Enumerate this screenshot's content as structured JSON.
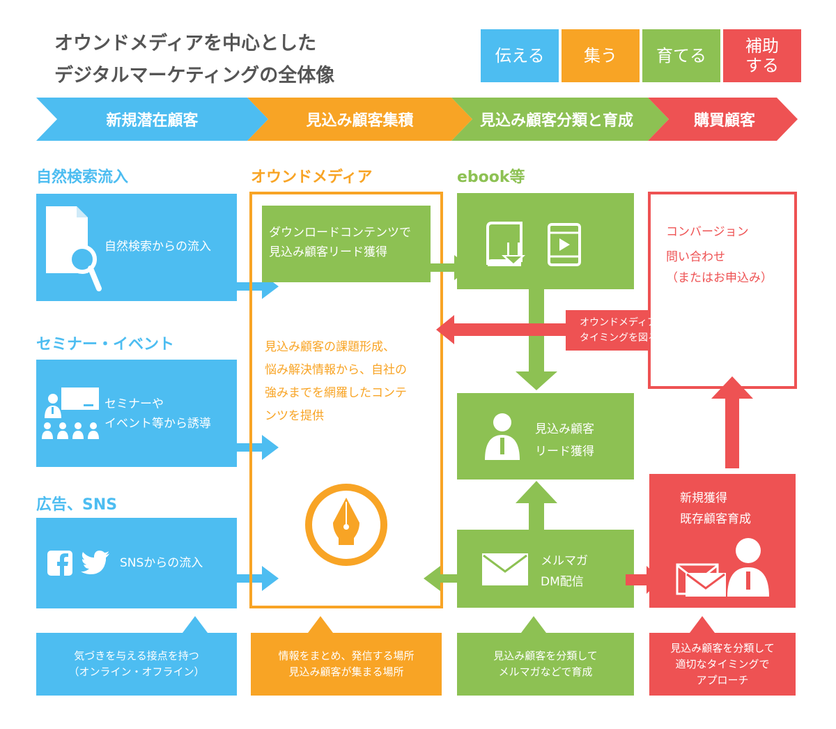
{
  "title": {
    "line1": "オウンドメディアを中心とした",
    "line2": "デジタルマーケティングの全体像"
  },
  "legend": [
    {
      "label": "伝える",
      "color": "#4dbdf1"
    },
    {
      "label": "集う",
      "color": "#f8a425"
    },
    {
      "label": "育てる",
      "color": "#8dc153"
    },
    {
      "label": "補助\nする",
      "color": "#ee5253"
    }
  ],
  "stages": [
    {
      "label": "新規潜在顧客"
    },
    {
      "label": "見込み顧客集積"
    },
    {
      "label": "見込み顧客分類と育成"
    },
    {
      "label": "購買顧客"
    }
  ],
  "channels": {
    "organic": {
      "heading": "自然検索流入",
      "text": "自然検索からの流入"
    },
    "seminar": {
      "heading": "セミナー・イベント",
      "text_line1": "セミナーや",
      "text_line2": "イベント等から誘導"
    },
    "ads": {
      "heading": "広告、SNS",
      "text": "SNSからの流入"
    }
  },
  "owned_media": {
    "heading": "オウンドメディア",
    "download_line1": "ダウンロードコンテンツで",
    "download_line2": "見込み顧客リード獲得",
    "desc_line1": "見込み顧客の課題形成、",
    "desc_line2": "悩み解決情報から、自社の",
    "desc_line3": "強みまでを網羅したコンテ",
    "desc_line4": "ンツを提供"
  },
  "ebook": {
    "heading": "ebook等",
    "lead_line1": "見込み顧客",
    "lead_line2": "リード獲得",
    "mail_line1": "メルマガ",
    "mail_line2": "DM配信"
  },
  "callout": {
    "line1": "オウンドメディア行動から",
    "line2": "タイミングを図る"
  },
  "conversion": {
    "title": "コンバージョン",
    "line1": "問い合わせ",
    "line2": "（またはお申込み）"
  },
  "customer": {
    "line1": "新規獲得",
    "line2": "既存顧客育成"
  },
  "notes": [
    {
      "line1": "気づきを与える接点を持つ",
      "line2": "（オンライン・オフライン）"
    },
    {
      "line1": "情報をまとめ、発信する場所",
      "line2": "見込み顧客が集まる場所"
    },
    {
      "line1": "見込み顧客を分類して",
      "line2": "メルマガなどで育成"
    },
    {
      "line1": "見込み顧客を分類して",
      "line2": "適切なタイミングで",
      "line3": "アプローチ"
    }
  ],
  "icons": [
    "document-search-icon",
    "seminar-presenter-icon",
    "facebook-icon",
    "twitter-icon",
    "pen-nib-icon",
    "book-download-icon",
    "video-film-icon",
    "person-icon",
    "envelope-icon",
    "envelopes-person-icon"
  ],
  "colors": {
    "blue": "#4dbdf1",
    "orange": "#f8a425",
    "green": "#8dc153",
    "red": "#ee5253",
    "title": "#555555"
  }
}
